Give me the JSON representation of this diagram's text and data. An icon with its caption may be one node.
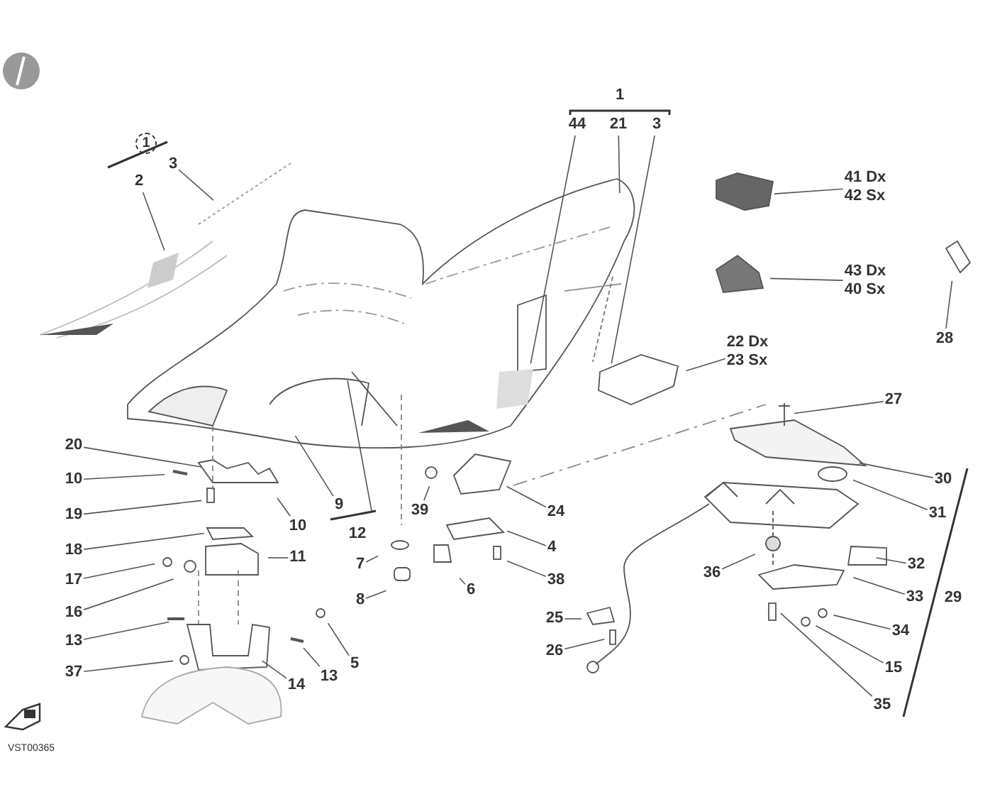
{
  "diagram": {
    "nodes": [
      {
        "text": [
          "2"
        ]
      },
      {
        "text": [
          "3"
        ]
      },
      {
        "text": [
          "44"
        ]
      },
      {
        "text": [
          "21"
        ]
      },
      {
        "text": [
          "3"
        ]
      },
      {
        "text": [
          "41 Dx",
          "42 Sx"
        ]
      },
      {
        "text": [
          "43 Dx",
          "40 Sx"
        ]
      },
      {
        "text": [
          "28"
        ]
      },
      {
        "text": [
          "22 Dx",
          "23 Sx"
        ]
      },
      {
        "text": [
          "27"
        ]
      },
      {
        "text": [
          "20"
        ]
      },
      {
        "text": [
          "24"
        ]
      },
      {
        "text": [
          "10"
        ]
      },
      {
        "text": [
          "30"
        ]
      },
      {
        "text": [
          "9"
        ]
      },
      {
        "text": [
          "39"
        ]
      },
      {
        "text": [
          "31"
        ]
      },
      {
        "text": [
          "19"
        ]
      },
      {
        "text": [
          "10"
        ]
      },
      {
        "text": [
          "4"
        ]
      },
      {
        "text": [
          "18"
        ]
      },
      {
        "text": [
          "11"
        ]
      },
      {
        "text": [
          "7"
        ]
      },
      {
        "text": [
          "32"
        ]
      },
      {
        "text": [
          "36"
        ]
      },
      {
        "text": [
          "17"
        ]
      },
      {
        "text": [
          "38"
        ]
      },
      {
        "text": [
          "6"
        ]
      },
      {
        "text": [
          "8"
        ]
      },
      {
        "text": [
          "33"
        ]
      },
      {
        "text": [
          "16"
        ]
      },
      {
        "text": [
          "25"
        ]
      },
      {
        "text": [
          "34"
        ]
      },
      {
        "text": [
          "13"
        ]
      },
      {
        "text": [
          "26"
        ]
      },
      {
        "text": [
          "5"
        ]
      },
      {
        "text": [
          "15"
        ]
      },
      {
        "text": [
          "37"
        ]
      },
      {
        "text": [
          "13"
        ]
      },
      {
        "text": [
          "14"
        ]
      },
      {
        "text": [
          "35"
        ]
      }
    ],
    "edges": [
      {
        "from": 0,
        "to": null,
        "arrow": "none"
      },
      {
        "from": 1,
        "to": null,
        "arrow": "none"
      },
      {
        "from": 2,
        "to": null,
        "arrow": "none"
      },
      {
        "from": 3,
        "to": null,
        "arrow": "none"
      },
      {
        "from": 4,
        "to": null,
        "arrow": "none"
      },
      {
        "from": 5,
        "to": null,
        "arrow": "none"
      },
      {
        "from": 6,
        "to": null,
        "arrow": "none"
      },
      {
        "from": 7,
        "to": null,
        "arrow": "none"
      },
      {
        "from": 8,
        "to": null,
        "arrow": "none"
      },
      {
        "from": 9,
        "to": null,
        "arrow": "none"
      },
      {
        "from": 10,
        "to": null,
        "arrow": "none"
      },
      {
        "from": 11,
        "to": null,
        "arrow": "none"
      },
      {
        "from": 12,
        "to": null,
        "arrow": "none"
      },
      {
        "from": 13,
        "to": null,
        "arrow": "none"
      },
      {
        "from": 14,
        "to": null,
        "arrow": "none"
      },
      {
        "from": 15,
        "to": null,
        "arrow": "none"
      },
      {
        "from": 16,
        "to": null,
        "arrow": "none"
      },
      {
        "from": 17,
        "to": null,
        "arrow": "none"
      },
      {
        "from": 18,
        "to": null,
        "arrow": "none"
      },
      {
        "from": 19,
        "to": null,
        "arrow": "none"
      },
      {
        "from": 20,
        "to": null,
        "arrow": "none"
      },
      {
        "from": 21,
        "to": null,
        "arrow": "none"
      },
      {
        "from": 22,
        "to": null,
        "arrow": "none"
      },
      {
        "from": 23,
        "to": null,
        "arrow": "none"
      },
      {
        "from": 24,
        "to": null,
        "arrow": "none"
      },
      {
        "from": 25,
        "to": null,
        "arrow": "none"
      },
      {
        "from": 26,
        "to": null,
        "arrow": "none"
      },
      {
        "from": 27,
        "to": null,
        "arrow": "none"
      },
      {
        "from": 28,
        "to": null,
        "arrow": "none"
      },
      {
        "from": 29,
        "to": null,
        "arrow": "none"
      },
      {
        "from": 30,
        "to": null,
        "arrow": "none"
      },
      {
        "from": 31,
        "to": null,
        "arrow": "none"
      },
      {
        "from": 32,
        "to": null,
        "arrow": "none"
      },
      {
        "from": 33,
        "to": null,
        "arrow": "none"
      },
      {
        "from": 34,
        "to": null,
        "arrow": "none"
      },
      {
        "from": 35,
        "to": null,
        "arrow": "none"
      },
      {
        "from": 36,
        "to": null,
        "arrow": "none"
      },
      {
        "from": 37,
        "to": null,
        "arrow": "none"
      },
      {
        "from": 38,
        "to": null,
        "arrow": "none"
      },
      {
        "from": 39,
        "to": null,
        "arrow": "none"
      },
      {
        "from": 40,
        "to": null,
        "arrow": "none"
      }
    ],
    "labels": [
      "1",
      "1",
      "12",
      "29",
      "VST00365"
    ]
  }
}
